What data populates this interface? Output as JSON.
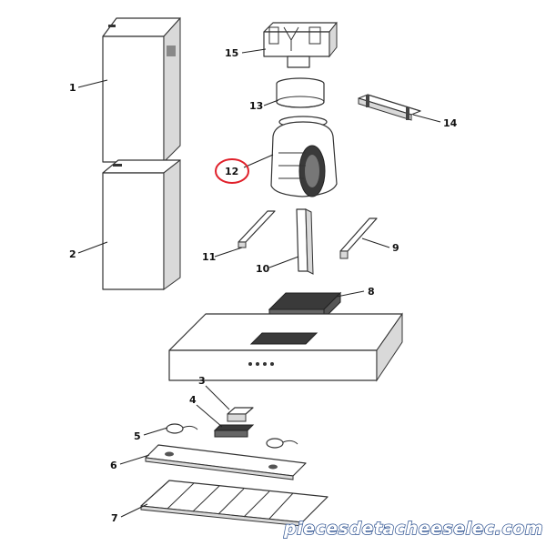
{
  "callouts": [
    {
      "id": "1",
      "label": "1"
    },
    {
      "id": "2",
      "label": "2"
    },
    {
      "id": "3",
      "label": "3"
    },
    {
      "id": "4",
      "label": "4"
    },
    {
      "id": "5",
      "label": "5"
    },
    {
      "id": "6",
      "label": "6"
    },
    {
      "id": "7",
      "label": "7"
    },
    {
      "id": "8",
      "label": "8"
    },
    {
      "id": "9",
      "label": "9"
    },
    {
      "id": "10",
      "label": "10"
    },
    {
      "id": "11",
      "label": "11"
    },
    {
      "id": "12",
      "label": "12"
    },
    {
      "id": "13",
      "label": "13"
    },
    {
      "id": "14",
      "label": "14"
    },
    {
      "id": "15",
      "label": "15"
    }
  ],
  "highlighted_part": "12",
  "highlight_color": "#e0202a",
  "watermark": {
    "text": "piecesdetacheeselec.com",
    "color": "#2a4f8f"
  }
}
